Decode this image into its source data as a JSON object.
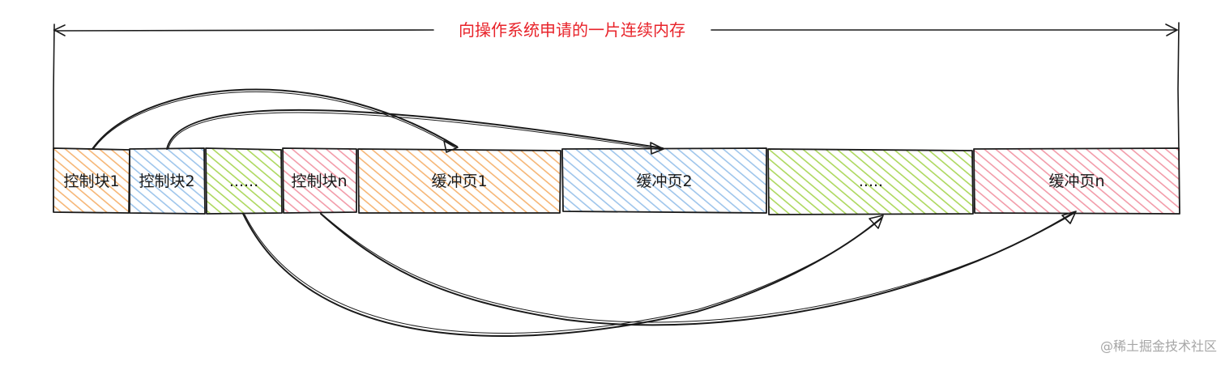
{
  "title": "向操作系统申请的一片连续内存",
  "blocks": [
    {
      "label": "控制块1",
      "color": "#f5a95e"
    },
    {
      "label": "控制块2",
      "color": "#8dbbe8"
    },
    {
      "label": "......",
      "color": "#9fd142"
    },
    {
      "label": "控制块n",
      "color": "#f08a9a"
    },
    {
      "label": "缓冲页1",
      "color": "#f5a95e"
    },
    {
      "label": "缓冲页2",
      "color": "#8dbbe8"
    },
    {
      "label": ".....",
      "color": "#9fd142"
    },
    {
      "label": "缓冲页n",
      "color": "#f08a9a"
    }
  ],
  "title_color": "#e8232a",
  "watermark": "@稀土掘金技术社区"
}
